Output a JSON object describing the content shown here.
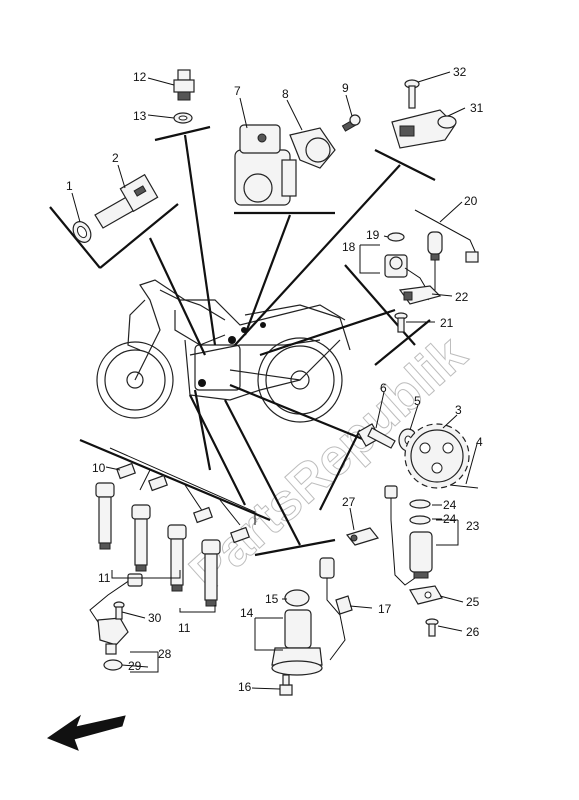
{
  "diagram": {
    "callouts": {
      "c1": "1",
      "c2": "2",
      "c3": "3",
      "c4": "4",
      "c5": "5",
      "c6": "6",
      "c7": "7",
      "c8": "8",
      "c9": "9",
      "c10": "10",
      "c11a": "11",
      "c11b": "11",
      "c12": "12",
      "c13": "13",
      "c14": "14",
      "c15": "15",
      "c16": "16",
      "c17": "17",
      "c18": "18",
      "c19": "19",
      "c20": "20",
      "c21": "21",
      "c22": "22",
      "c23": "23",
      "c24a": "24",
      "c24b": "24",
      "c25": "25",
      "c26": "26",
      "c27": "27",
      "c28": "28",
      "c29": "29",
      "c30": "30",
      "c31": "31",
      "c32": "32"
    },
    "watermark": "PartsRepublik",
    "icons": {
      "direction": "front-arrow-icon"
    }
  }
}
